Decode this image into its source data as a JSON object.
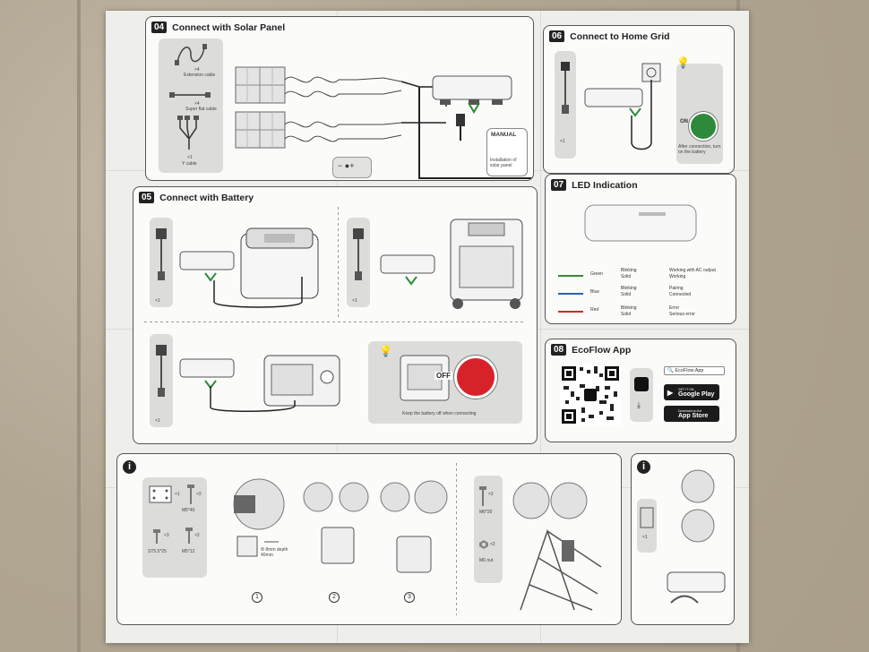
{
  "sections": {
    "s04": {
      "num": "04",
      "title": "Connect with Solar Panel",
      "ext_count": "×4",
      "ext_label": "Extension cable",
      "sf_count": "×4",
      "sf_label": "Super flat cable",
      "y_count": "×1",
      "y_label": "Y cable",
      "manual": "MANUAL",
      "manual_sub": "Installation of solar panel"
    },
    "s05": {
      "num": "05",
      "title": "Connect with Battery",
      "count_a": "×1",
      "count_b": "×1",
      "count_c": "×1",
      "note": "Keep the battery off when connecting",
      "off_label": "OFF"
    },
    "s06": {
      "num": "06",
      "title": "Connect to Home Grid",
      "count": "×1",
      "on_label": "ON",
      "note": "After connection, turn on the battery"
    },
    "s07": {
      "num": "07",
      "title": "LED Indication",
      "rows": [
        {
          "color": "Green",
          "state_a": "Blinking",
          "state_b": "Solid",
          "meaning_a": "Working with AC output",
          "meaning_b": "Working",
          "hex": "#3a8a3a"
        },
        {
          "color": "Blue",
          "state_a": "Blinking",
          "state_b": "Solid",
          "meaning_a": "Pairing",
          "meaning_b": "Connected",
          "hex": "#2f5fb0"
        },
        {
          "color": "Red",
          "state_a": "Blinking",
          "state_b": "Solid",
          "meaning_a": "Error",
          "meaning_b": "Serious error",
          "hex": "#c0302a"
        }
      ]
    },
    "s08": {
      "num": "08",
      "title": "EcoFlow App",
      "search": "EcoFlow App",
      "gp_sup": "GET IT ON",
      "gp": "Google Play",
      "as_sup": "Download on the",
      "as": "App Store"
    },
    "info1": {
      "badge": "i",
      "parts": [
        {
          "qty": "×1",
          "name": ""
        },
        {
          "qty": "×2",
          "name": "M5*40"
        },
        {
          "qty": "×3",
          "name": "ST5.5*25"
        },
        {
          "qty": "×2",
          "name": "M5*12"
        }
      ],
      "drill": "Φ 8mm depth 40mm",
      "steps": [
        "1",
        "2",
        "3"
      ],
      "bolt_qty": "×2",
      "bolt": "M6*20",
      "nut_qty": "×2",
      "nut": "M6 nut"
    },
    "info2": {
      "badge": "i",
      "count": "×1"
    }
  },
  "colors": {
    "sheet": "#eeeeeb",
    "panel": "#fbfbfa",
    "gray": "#dcdcda",
    "red": "#d8222a",
    "green": "#2e8a3a"
  }
}
